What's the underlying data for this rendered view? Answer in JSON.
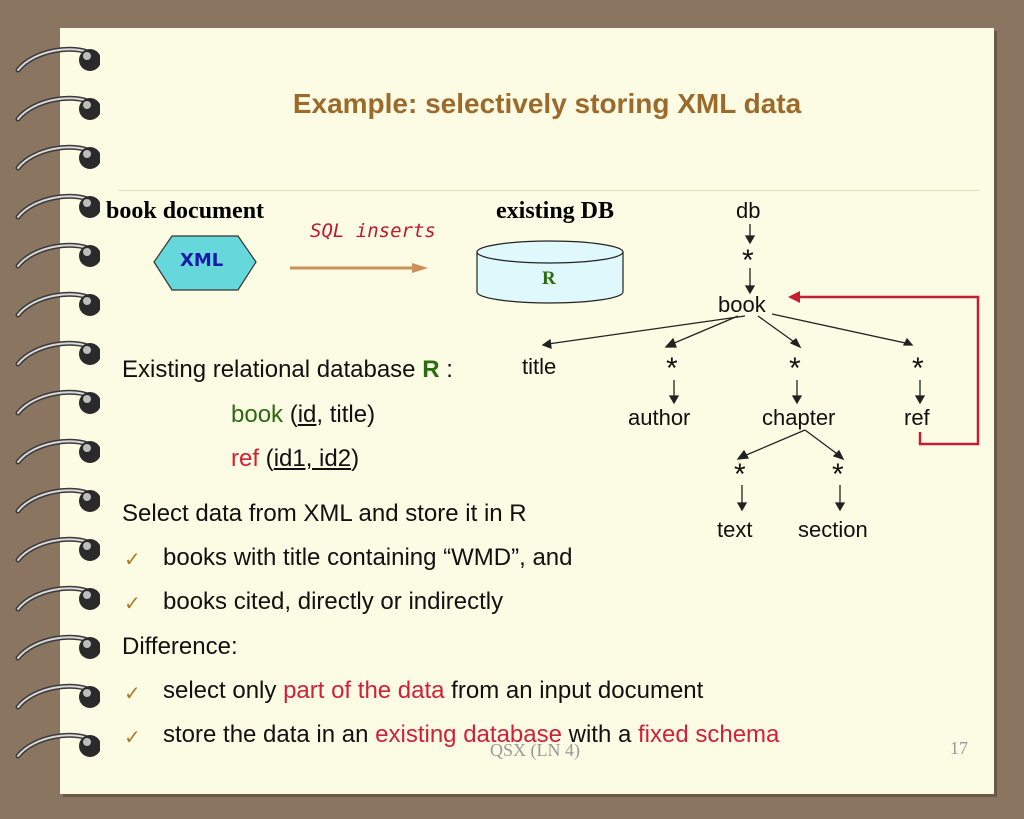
{
  "slide": {
    "title": "Example: selectively storing XML data",
    "page_number": "17",
    "footer": "QSX  (LN 4)"
  },
  "diagram": {
    "source_label": "book document",
    "source_shape": "XML",
    "arrow_label": "SQL inserts",
    "target_label": "existing DB",
    "target_shape": "R"
  },
  "tree": {
    "root": "db",
    "star": "*",
    "book": "book",
    "title": "title",
    "author": "author",
    "chapter": "chapter",
    "ref": "ref",
    "text": "text",
    "section": "section"
  },
  "content": {
    "intro_prefix": "Existing relational database ",
    "intro_R": "R",
    "intro_colon": " :",
    "rel1_name": "book",
    "rel1_open": " (",
    "rel1_key": "id",
    "rel1_rest": ", title)",
    "rel2_name": "ref",
    "rel2_open": " (",
    "rel2_key": "id1, id2",
    "rel2_close": ")",
    "select_line": "Select data from XML and store it in R",
    "check_mark": "✓",
    "bullet1": "books with title containing “WMD”, and",
    "bullet2": "books cited, directly or indirectly",
    "difference": "Difference:",
    "b3_prefix": "select only ",
    "b3_red": "part of the data",
    "b3_suffix": " from an input document",
    "b4_prefix": "store the data in an ",
    "b4_red1": "existing database",
    "b4_mid": " with a ",
    "b4_red2": "fixed schema"
  },
  "colors": {
    "title": "#9c6a2a",
    "accent_red": "#d0203a",
    "green": "#2d6a12",
    "xml_hex_fill": "#66d8dc",
    "db_fill": "#dff8fb"
  }
}
